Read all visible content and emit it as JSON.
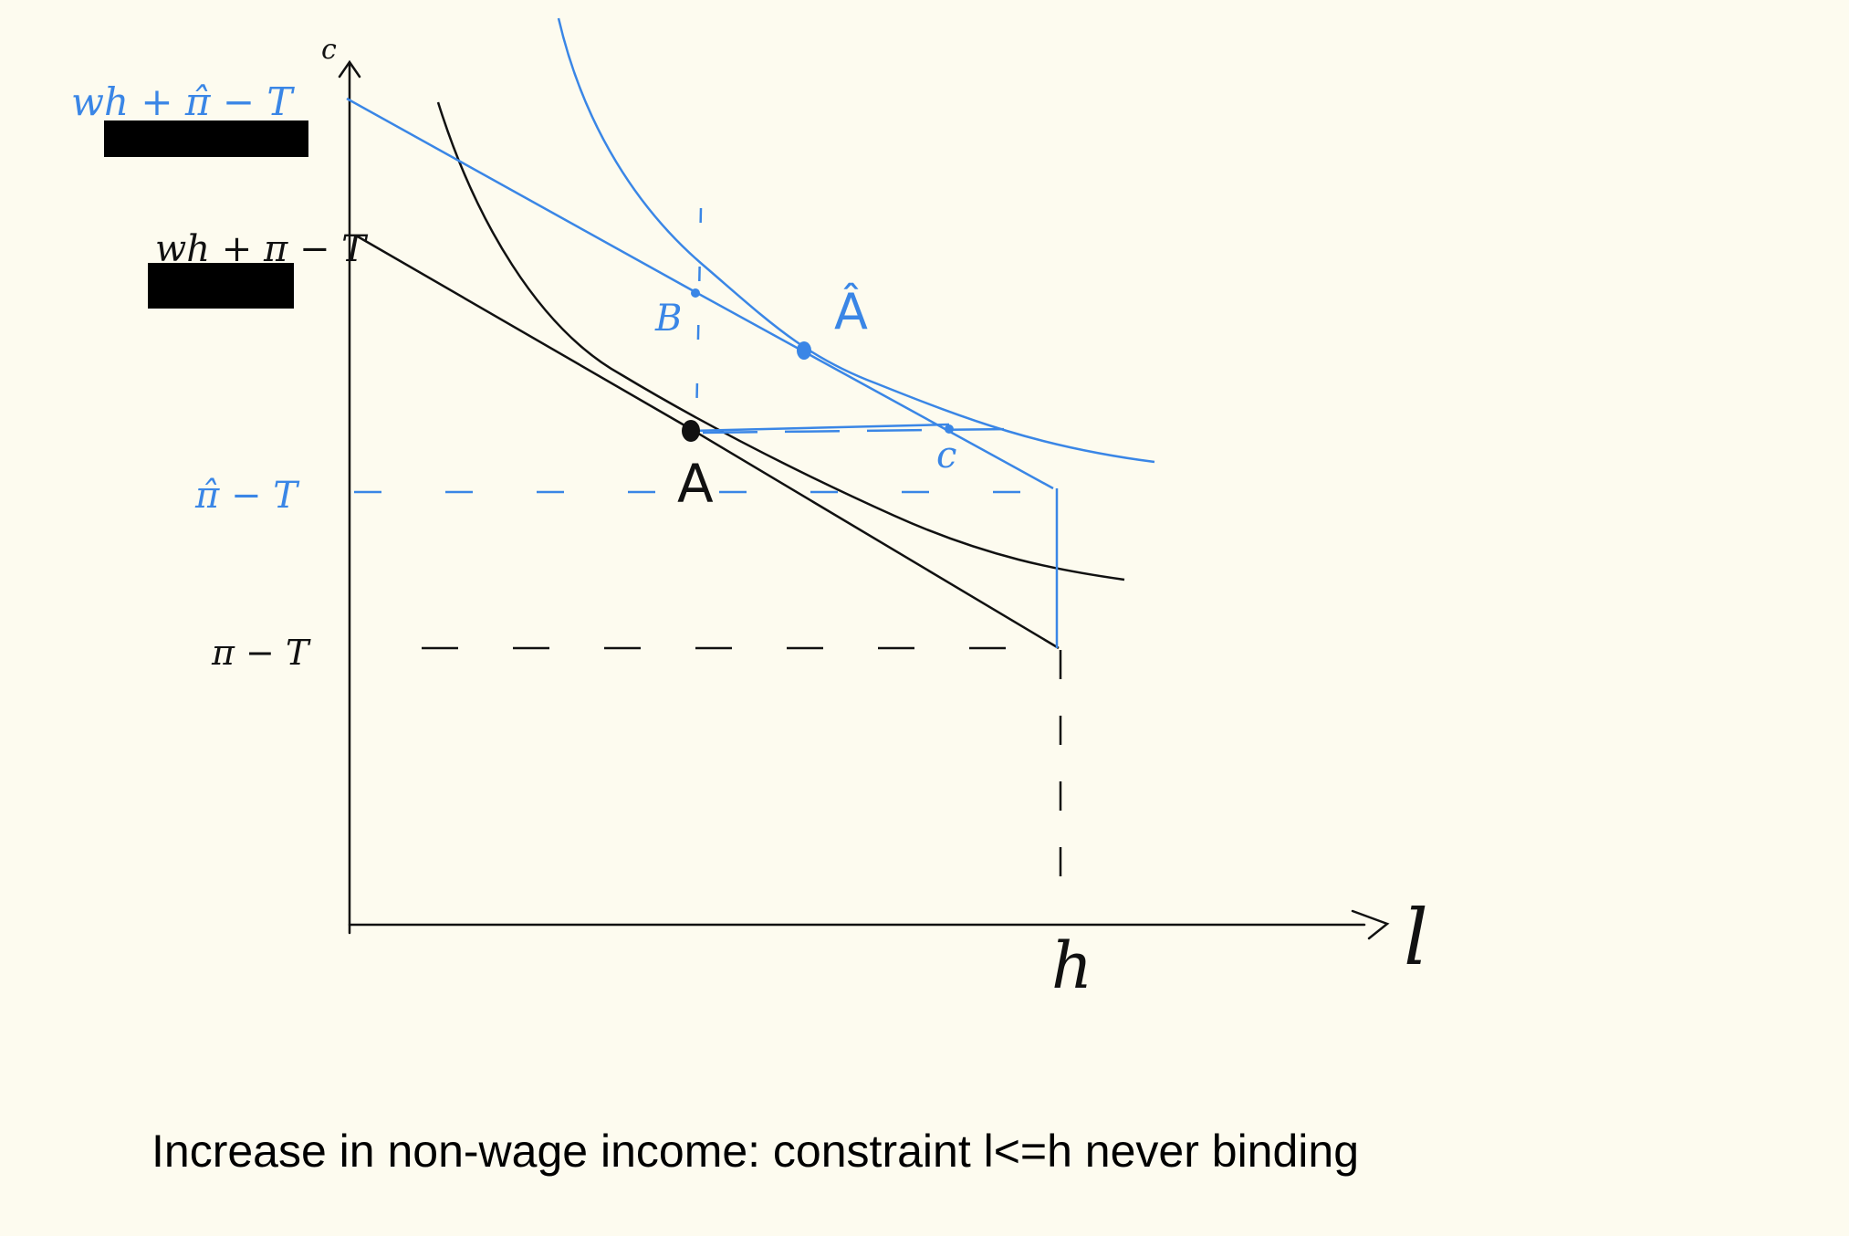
{
  "caption": "Increase in non-wage income: constraint l<=h never binding",
  "colors": {
    "background": "#fdfbef",
    "ink": "#111111",
    "blue": "#3a86e6",
    "redaction": "#000000"
  },
  "axes": {
    "x_label": "l",
    "y_label": "c",
    "x_tick_label": "h"
  },
  "y_labels": {
    "new_top": "wh + π̂ − T",
    "old_top": "wh + π − T",
    "new_floor": "π̂ − T",
    "old_floor": "π − T"
  },
  "points": {
    "A": "A",
    "A_hat": "Â",
    "B": "B",
    "C": "c"
  }
}
